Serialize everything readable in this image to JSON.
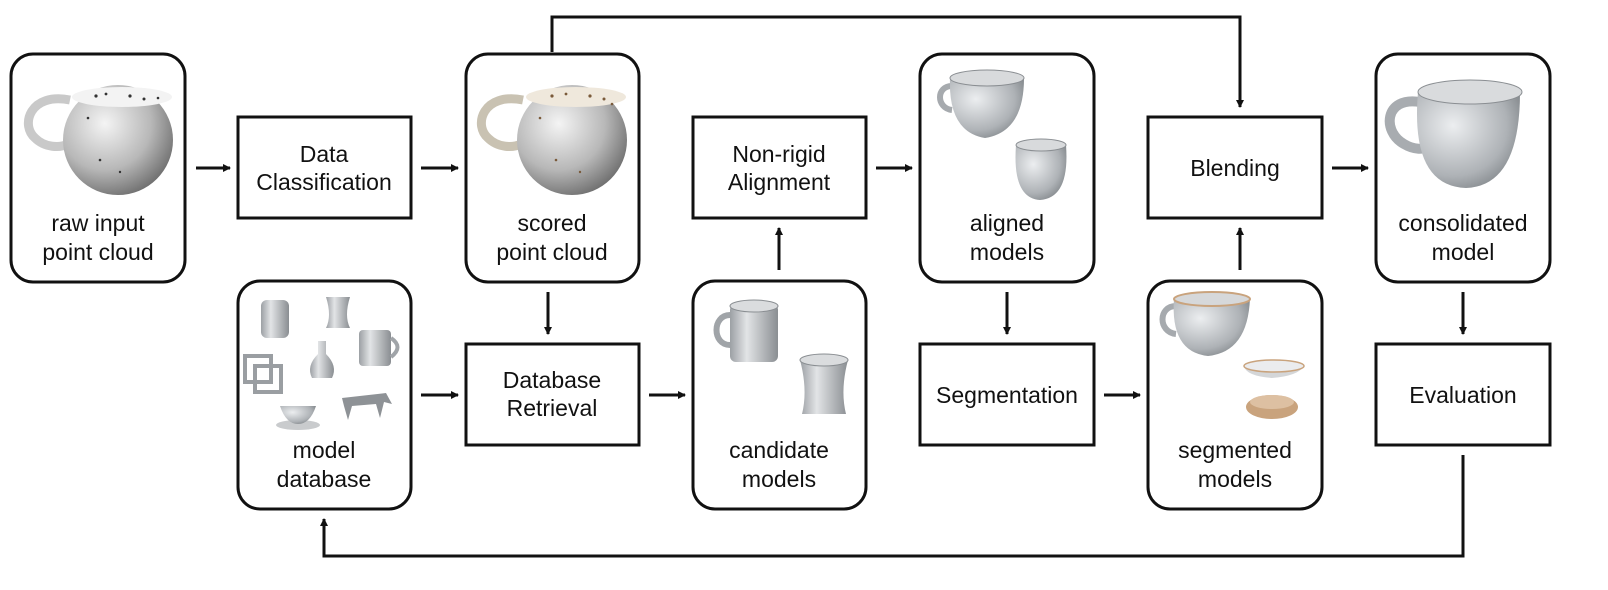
{
  "nodes": {
    "raw_input": {
      "line1": "raw input",
      "line2": "point cloud"
    },
    "data_classification": {
      "line1": "Data",
      "line2": "Classification"
    },
    "scored": {
      "line1": "scored",
      "line2": "point cloud"
    },
    "non_rigid": {
      "line1": "Non-rigid",
      "line2": "Alignment"
    },
    "aligned": {
      "line1": "aligned",
      "line2": "models"
    },
    "blending": {
      "line1": "Blending"
    },
    "consolidated": {
      "line1": "consolidated",
      "line2": "model"
    },
    "model_db": {
      "line1": "model",
      "line2": "database"
    },
    "db_retrieval": {
      "line1": "Database",
      "line2": "Retrieval"
    },
    "candidate": {
      "line1": "candidate",
      "line2": "models"
    },
    "segmentation": {
      "line1": "Segmentation"
    },
    "segmented": {
      "line1": "segmented",
      "line2": "models"
    },
    "evaluation": {
      "line1": "Evaluation"
    }
  },
  "colors": {
    "stroke": "#111111",
    "model_gray": "#b9bcbf",
    "rim_tan": "#c9a37d",
    "dark_spot": "#333333"
  }
}
